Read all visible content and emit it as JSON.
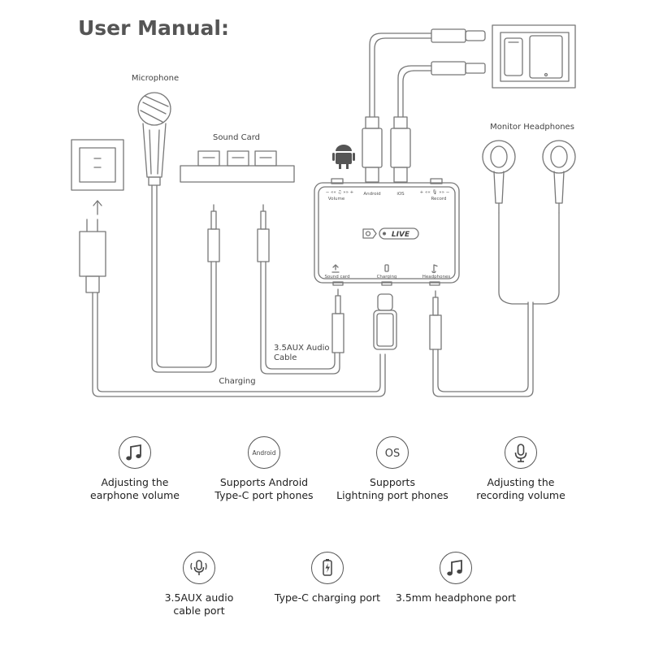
{
  "title": "User Manual:",
  "labels": {
    "microphone": "Microphone",
    "sound_card": "Sound Card",
    "monitor_headphones": "Monitor Headphones",
    "aux_cable": "3.5AUX Audio\nCable",
    "charging": "Charging"
  },
  "device": {
    "top_volume": "Volume",
    "top_android": "Android",
    "top_ios": "iOS",
    "top_record": "Record",
    "top_volume_controls": "− «« ♫ »» +",
    "top_record_controls": "+ «« 🎙 »» −",
    "live": "LIVE",
    "bottom_sound_card": "Sound card",
    "bottom_charging": "Charging",
    "bottom_headphones": "Headphones"
  },
  "features": [
    {
      "icon": "music-note-icon",
      "text": "Adjusting the\nearphone volume"
    },
    {
      "icon": "android-text-icon",
      "icon_text": "Android",
      "text": "Supports Android\nType-C port phones"
    },
    {
      "icon": "ios-text-icon",
      "icon_text": "OS",
      "text": "Supports\nLightning port phones"
    },
    {
      "icon": "microphone-icon",
      "text": "Adjusting the\nrecording volume"
    },
    {
      "icon": "mic-sound-icon",
      "text": "3.5AUX audio\ncable port"
    },
    {
      "icon": "charging-icon",
      "text": "Type-C charging port"
    },
    {
      "icon": "music-note-icon",
      "text": "3.5mm headphone port"
    }
  ]
}
